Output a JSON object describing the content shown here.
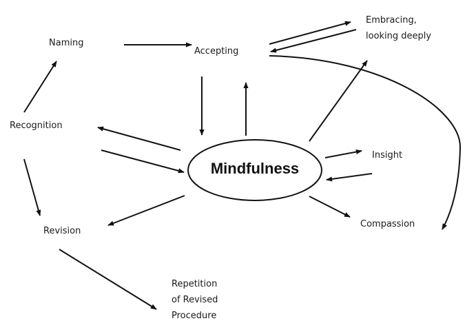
{
  "diagram": {
    "center": {
      "label": "Mindfulness"
    },
    "nodes": {
      "naming": "Naming",
      "accepting": "Accepting",
      "embracing_line1": "Embracing,",
      "embracing_line2": "looking deeply",
      "recognition": "Recognition",
      "insight": "Insight",
      "revision": "Revision",
      "compassion": "Compassion",
      "repetition_line1": "Repetition",
      "repetition_line2": "of Revised",
      "repetition_line3": "Procedure"
    },
    "edges": [
      {
        "from": "Naming",
        "to": "Accepting"
      },
      {
        "from": "Recognition",
        "to": "Naming"
      },
      {
        "from": "Accepting",
        "to": "Embracing, looking deeply"
      },
      {
        "from": "Embracing, looking deeply",
        "to": "Accepting"
      },
      {
        "from": "Accepting",
        "to": "Mindfulness"
      },
      {
        "from": "Mindfulness",
        "to": "Accepting"
      },
      {
        "from": "Accepting",
        "to": "Compassion",
        "curved": true
      },
      {
        "from": "Mindfulness",
        "to": "Embracing, looking deeply"
      },
      {
        "from": "Mindfulness",
        "to": "Recognition"
      },
      {
        "from": "Recognition",
        "to": "Mindfulness"
      },
      {
        "from": "Mindfulness",
        "to": "Insight"
      },
      {
        "from": "Insight",
        "to": "Mindfulness"
      },
      {
        "from": "Mindfulness",
        "to": "Revision"
      },
      {
        "from": "Mindfulness",
        "to": "Compassion"
      },
      {
        "from": "Recognition",
        "to": "Revision"
      },
      {
        "from": "Revision",
        "to": "Repetition of Revised Procedure"
      }
    ],
    "colors": {
      "stroke": "#111111",
      "background": "#ffffff"
    }
  }
}
